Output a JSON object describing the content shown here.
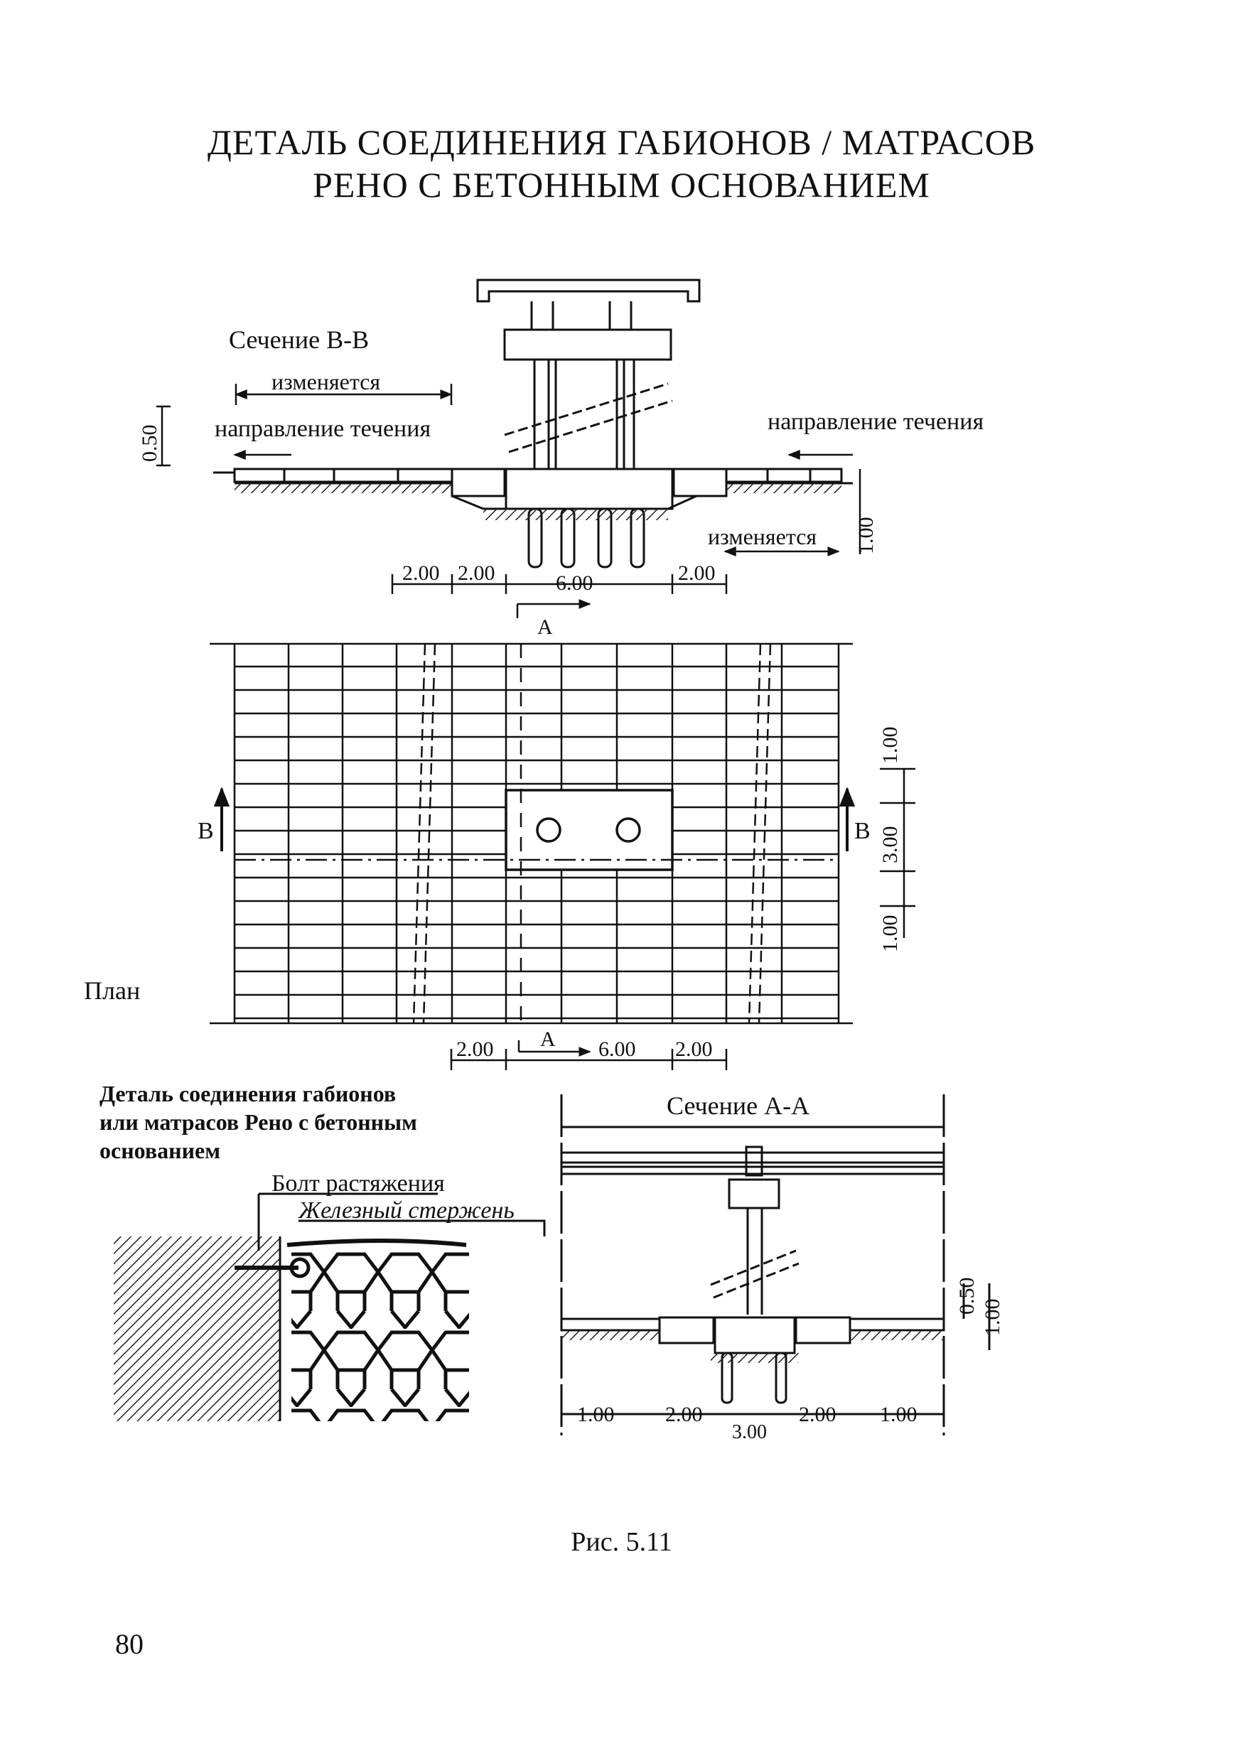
{
  "title": {
    "line1": "ДЕТАЛЬ СОЕДИНЕНИЯ ГАБИОНОВ / МАТРАСОВ",
    "line2": "РЕНО С БЕТОННЫМ ОСНОВАНИЕМ"
  },
  "section_bb": {
    "label": "Сечение В-В",
    "varies_left": "изменяется",
    "varies_right": "изменяется",
    "flow_left": "направление течения",
    "flow_right": "направление течения",
    "dim_height_left": "0.50",
    "dim_height_right": "1.00",
    "dims": [
      "2.00",
      "2.00",
      "6.00",
      "2.00"
    ],
    "cut_mark": "А"
  },
  "plan": {
    "label": "План",
    "cut_left": "В",
    "cut_right": "В",
    "cut_bottom": "А",
    "dims_right": [
      "1.00",
      "3.00",
      "1.00"
    ],
    "dims_bottom": [
      "2.00",
      "6.00",
      "2.00"
    ]
  },
  "detail": {
    "caption_line1": "Деталь соединения габионов",
    "caption_line2": "или матрасов Рено с бетонным",
    "caption_line3": "основанием",
    "bolt": "Болт растяжения",
    "rod": "Железный стержень"
  },
  "section_aa": {
    "label": "Сечение А-А",
    "dim_height_1": "0.50",
    "dim_height_2": "1.00",
    "dims": [
      "1.00",
      "2.00",
      "3.00",
      "2.00",
      "1.00"
    ]
  },
  "figure_caption": "Рис. 5.11",
  "page_number": "80"
}
